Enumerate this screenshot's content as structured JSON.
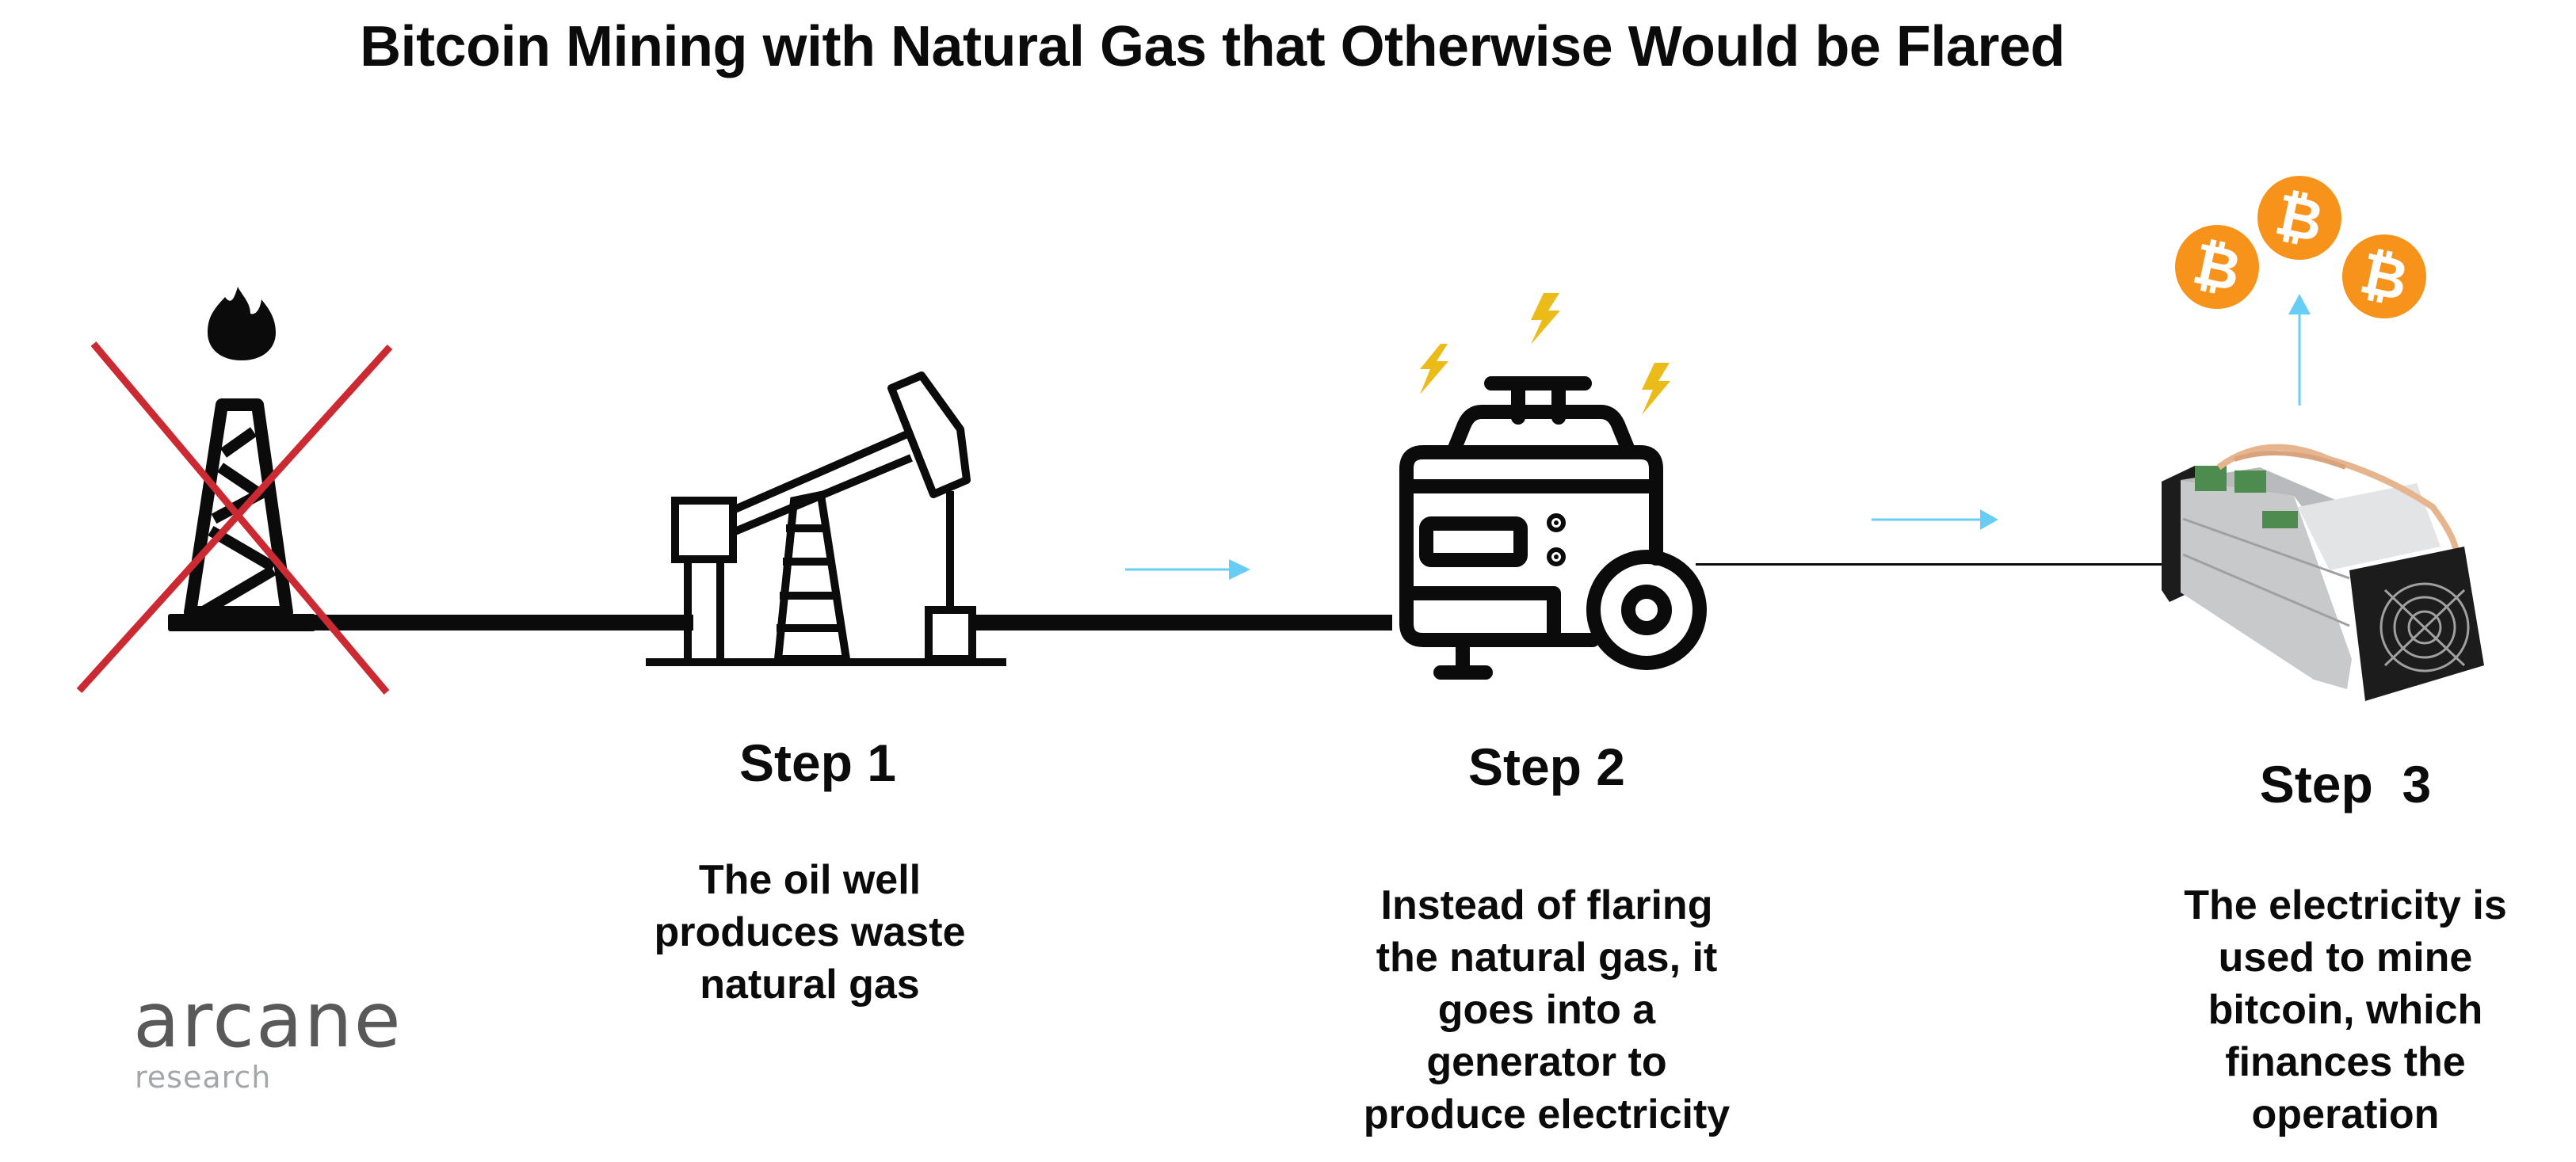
{
  "title": "Bitcoin Mining with Natural Gas that Otherwise Would be Flared",
  "colors": {
    "text": "#0b0b0c",
    "cross": "#cc2a32",
    "arrow": "#68cdf4",
    "bolt": "#ebbb1a",
    "coin": "#f7931a",
    "logo_main": "#595959",
    "logo_sub": "#a3a6aa"
  },
  "icons": {
    "flare": "flare-derrick-icon",
    "cross": "red-cross-icon",
    "pumpjack": "oil-pumpjack-icon",
    "generator": "generator-icon",
    "bolts": "lightning-bolt-icon",
    "miner": "asic-miner-icon",
    "coins": "bitcoin-coin-icon",
    "coin_symbol": "₿"
  },
  "steps": [
    {
      "title": "Step 1",
      "description": "The oil well\nproduces waste\nnatural gas"
    },
    {
      "title": "Step 2",
      "description": "Instead of flaring\nthe natural gas, it\ngoes into a\ngenerator to\nproduce electricity"
    },
    {
      "title": "Step  3",
      "description": "The electricity is\nused to mine\nbitcoin, which\nfinances the\noperation"
    }
  ],
  "logo": {
    "main": "arcane",
    "sub": "research"
  }
}
